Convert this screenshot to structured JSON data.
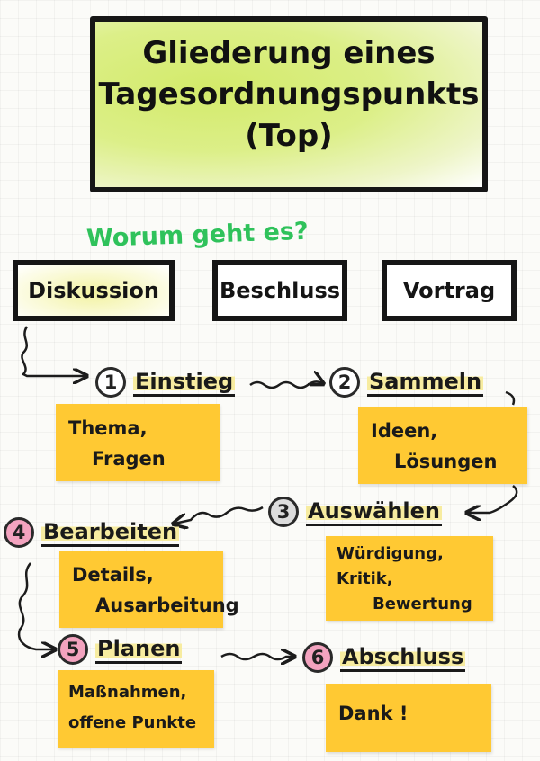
{
  "title": {
    "line1": "Gliederung eines",
    "line2": "Tagesordnungspunkts",
    "line3": "(Top)"
  },
  "question": "Worum geht es?",
  "types": [
    "Diskussion",
    "Beschluss",
    "Vortrag"
  ],
  "steps": [
    {
      "num": "1",
      "label": "Einstieg",
      "note": [
        "Thema,",
        "Fragen"
      ]
    },
    {
      "num": "2",
      "label": "Sammeln",
      "note": [
        "Ideen,",
        "Lösungen"
      ]
    },
    {
      "num": "3",
      "label": "Auswählen",
      "note": [
        "Würdigung,",
        "Kritik,",
        "Bewertung"
      ]
    },
    {
      "num": "4",
      "label": "Bearbeiten",
      "note": [
        "Details,",
        "Ausarbeitung"
      ]
    },
    {
      "num": "5",
      "label": "Planen",
      "note": [
        "Maßnahmen,",
        "offene Punkte"
      ]
    },
    {
      "num": "6",
      "label": "Abschluss",
      "note": [
        "Dank !"
      ]
    }
  ],
  "colors": {
    "title_highlight": "#d3ea6a",
    "question_green": "#2fc25b",
    "sticky_note": "#ffc933",
    "number_pink": "#f3a3bf",
    "number_grey": "#dcdcdc",
    "ink": "#161616"
  }
}
